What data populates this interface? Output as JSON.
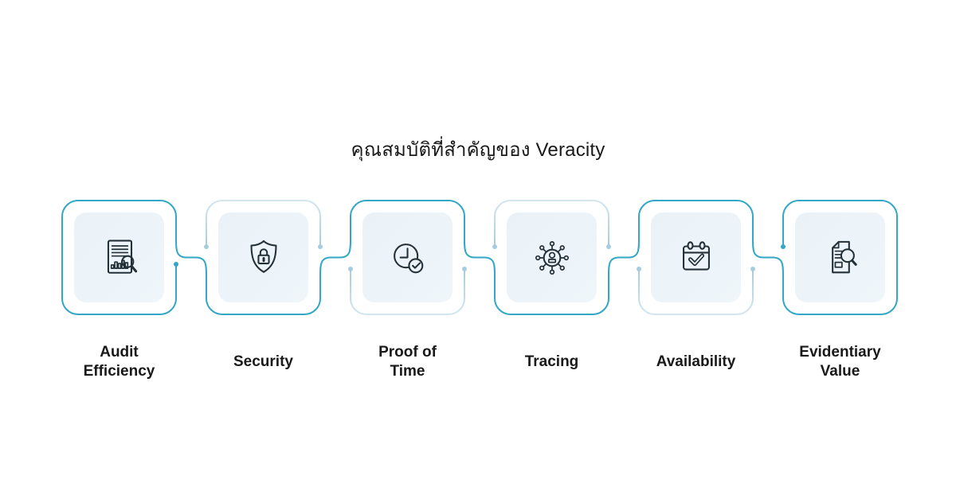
{
  "title": "คุณสมบัติที่สำคัญของ Veracity",
  "colors": {
    "accent": "#33A7C6",
    "faded_strong": "#A6CCDE",
    "faded_weak": "#D3E6F0",
    "panel": "#EAF2F8",
    "icon_stroke": "#233038",
    "text": "#191919"
  },
  "cards": [
    {
      "label": "Audit Efficiency",
      "lines": [
        "Audit",
        "Efficiency"
      ],
      "icon": "audit-report-magnifier-icon"
    },
    {
      "label": "Security",
      "lines": [
        "Security"
      ],
      "icon": "shield-lock-icon"
    },
    {
      "label": "Proof of Time",
      "lines": [
        "Proof of",
        "Time"
      ],
      "icon": "clock-check-icon"
    },
    {
      "label": "Tracing",
      "lines": [
        "Tracing"
      ],
      "icon": "network-person-icon"
    },
    {
      "label": "Availability",
      "lines": [
        "Availability"
      ],
      "icon": "calendar-check-icon"
    },
    {
      "label": "Evidentiary Value",
      "lines": [
        "Evidentiary",
        "Value"
      ],
      "icon": "document-magnifier-icon"
    }
  ]
}
